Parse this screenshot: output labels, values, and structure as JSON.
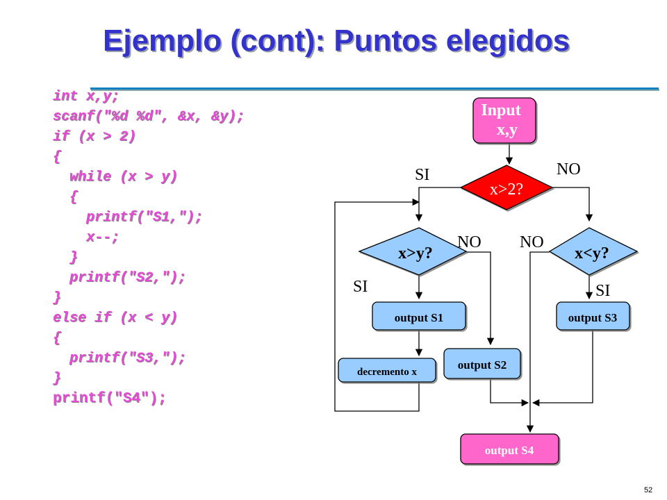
{
  "title": "Ejemplo (cont): Puntos elegidos",
  "code_lines": [
    "int x,y;",
    "scanf(\"%d %d\", &x, &y);",
    "if (x > 2)",
    "{",
    "  while (x > y)",
    "  {",
    "    printf(\"S1,\");",
    "    x--;",
    "  }",
    "  printf(\"S2,\");",
    "}",
    "else if (x < y)",
    "{",
    "  printf(\"S3,\");",
    "}",
    "printf(\"S4\");"
  ],
  "flowchart": {
    "input": [
      "Input",
      "x,y"
    ],
    "cond_main": "x>2?",
    "cond_left": "x>y?",
    "cond_right": "x<y?",
    "output_s1": "output S1",
    "decrement": "decremento x",
    "output_s2": "output S2",
    "output_s3": "output S3",
    "output_s4": "output S4",
    "label_si_main": "SI",
    "label_no_main": "NO",
    "label_no_left": "NO",
    "label_no_right": "NO",
    "label_si_left": "SI",
    "label_si_right": "SI"
  },
  "colors": {
    "title": "#3333cc",
    "code": "#e64ad6",
    "input_fill": "#ff66cc",
    "cond_main_fill": "#ff0000",
    "cond_fill": "#99ccff",
    "output_fill": "#99ccff",
    "output_s4_fill": "#ff66cc"
  },
  "page_number": "52"
}
